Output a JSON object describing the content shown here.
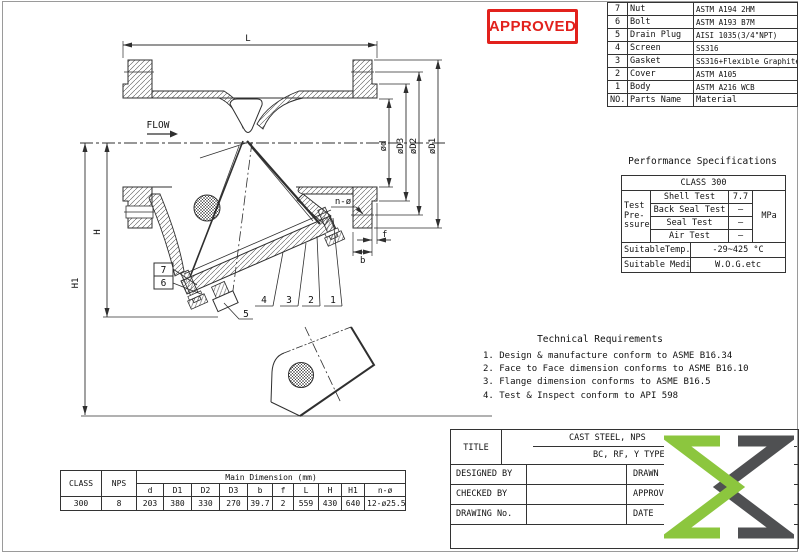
{
  "stamp": {
    "label": "APPROVED",
    "color": "#e2211c"
  },
  "parts_table": {
    "headers": {
      "no": "NO.",
      "name": "Parts Name",
      "material": "Material"
    },
    "rows": [
      {
        "no": "7",
        "name": "Nut",
        "material": "ASTM A194 2HM"
      },
      {
        "no": "6",
        "name": "Bolt",
        "material": "ASTM A193 B7M"
      },
      {
        "no": "5",
        "name": "Drain Plug",
        "material": "AISI 1035(3/4\"NPT)"
      },
      {
        "no": "4",
        "name": "Screen",
        "material": "SS316"
      },
      {
        "no": "3",
        "name": "Gasket",
        "material": "SS316+Flexible Graphite"
      },
      {
        "no": "2",
        "name": "Cover",
        "material": "ASTM A105"
      },
      {
        "no": "1",
        "name": "Body",
        "material": "ASTM A216 WCB"
      }
    ]
  },
  "performance": {
    "title": "Performance Specifications",
    "class_header": "CLASS 300",
    "pressure_label": [
      "Test",
      "Pre-",
      "ssure"
    ],
    "tests": [
      {
        "name": "Shell Test",
        "value": "7.7"
      },
      {
        "name": "Back Seal Test",
        "value": "–"
      },
      {
        "name": "Seal Test",
        "value": "–"
      },
      {
        "name": "Air Test",
        "value": "–"
      }
    ],
    "unit": "MPa",
    "temp_label": "SuitableTemp.",
    "temp_value": "-29~425 °C",
    "media_label": "Suitable Media",
    "media_value": "W.O.G.etc"
  },
  "technical": {
    "title": "Technical Requirements",
    "items": [
      "1. Design & manufacture conform to ASME B16.34",
      "2. Face to Face dimension conforms to ASME B16.10",
      "3. Flange dimension conforms to ASME B16.5",
      "4. Test & Inspect conform to API 598"
    ]
  },
  "dimension_table": {
    "class_header": "CLASS",
    "nps_header": "NPS",
    "span_header": "Main Dimension (mm)",
    "columns": [
      "d",
      "D1",
      "D2",
      "D3",
      "b",
      "f",
      "L",
      "H",
      "H1",
      "n-ø"
    ],
    "class_value": "300",
    "nps_value": "8",
    "values": [
      "203",
      "380",
      "330",
      "270",
      "39.7",
      "2",
      "559",
      "430",
      "640",
      "12-ø25.5"
    ]
  },
  "title_block": {
    "title_label": "TITLE",
    "title_line1": "CAST STEEL, NPS",
    "title_line2": "BC, RF, Y TYPE-",
    "designed_by": "DESIGNED BY",
    "checked_by": "CHECKED  BY",
    "drawing_no": "DRAWING No.",
    "drawn": "DRAWN",
    "approved": "APPROVED",
    "date": "DATE"
  },
  "logo": {
    "green": "#8cc63e",
    "gray": "#4f5052"
  },
  "drawing": {
    "flow_label": "FLOW",
    "dim_labels": {
      "L": "L",
      "H": "H",
      "H1": "H1",
      "d": "ød",
      "D3": "øD3",
      "D2": "øD2",
      "D1": "øD1",
      "n": "n-ø",
      "f": "f",
      "b": "b"
    },
    "parts": {
      "p1": "1",
      "p2": "2",
      "p3": "3",
      "p4": "4",
      "p5": "5",
      "p6": "6",
      "p7": "7"
    }
  }
}
